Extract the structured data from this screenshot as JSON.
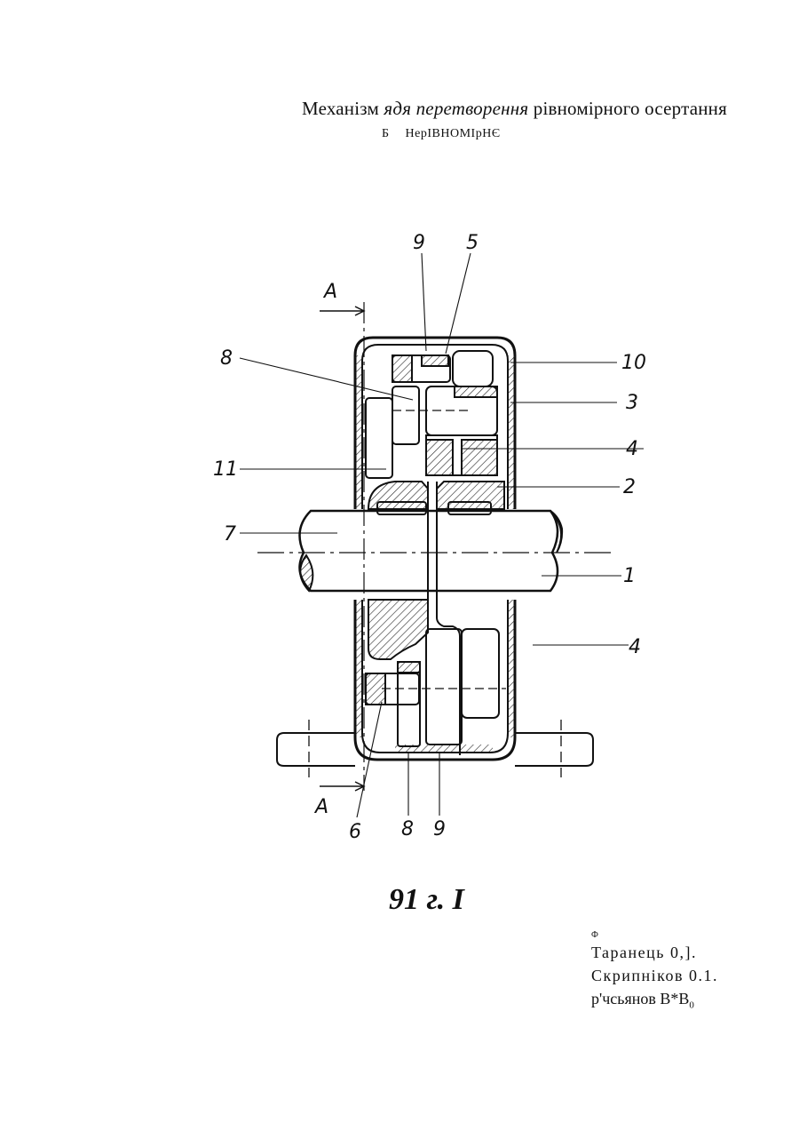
{
  "title": {
    "part1": "Механізм",
    "part2": "ядя перетворення",
    "part3": "рівномірного  осертання"
  },
  "subtitle": {
    "letter": "Б",
    "word": "НерІВНОМІрНЄ"
  },
  "section_marks": [
    "A",
    "A"
  ],
  "labels": {
    "l9_top": "9",
    "l5": "5",
    "l8_left": "8",
    "l10": "10",
    "l3": "3",
    "l4_upper": "4",
    "l11": "11",
    "l2": "2",
    "l7": "7",
    "l1": "1",
    "l4_lower": "4",
    "l6": "6",
    "l8_bottom": "8",
    "l9_bottom": "9"
  },
  "figure_caption": "91 г. І",
  "authors": {
    "mark": "Ф",
    "line1": "Таранець 0,].",
    "line2": "Скрипніков 0.1.",
    "line3_main": "р'чсьянов В*В",
    "line3_sub": "0"
  }
}
